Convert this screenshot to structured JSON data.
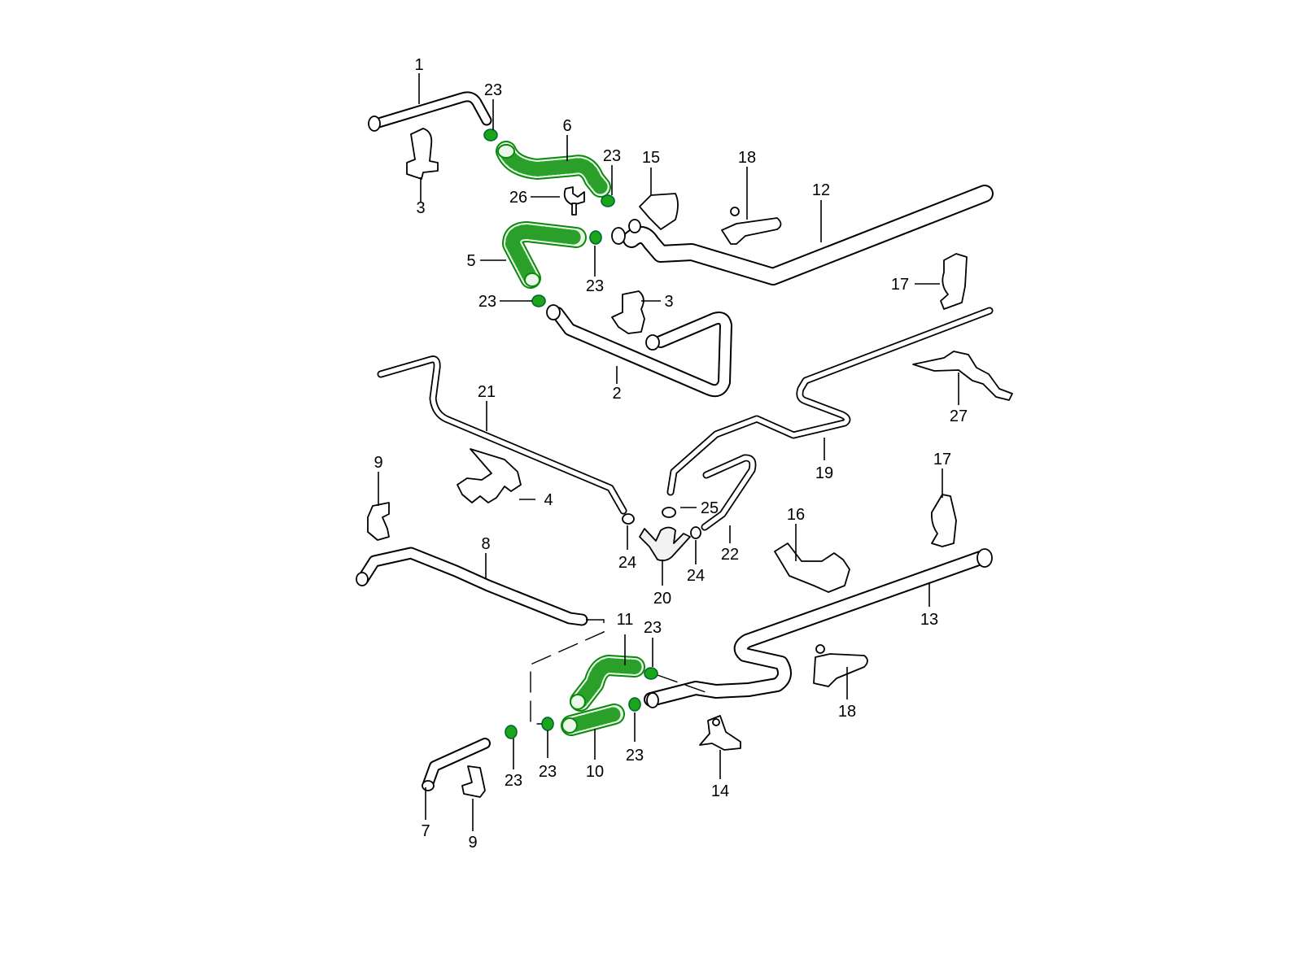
{
  "diagram": {
    "title": "Coolant pipes and hoses parts diagram",
    "colors": {
      "line": "#000000",
      "highlight_hose": "#0a8a0a",
      "highlight_fill": "#e8f6e8",
      "clamp": "#1aa51a",
      "background": "#ffffff"
    },
    "callouts": [
      {
        "id": "c1",
        "label": "1",
        "part": "pipe"
      },
      {
        "id": "c2",
        "label": "2",
        "part": "pipe"
      },
      {
        "id": "c3a",
        "label": "3",
        "part": "pipe-clip"
      },
      {
        "id": "c3b",
        "label": "3",
        "part": "pipe-clip"
      },
      {
        "id": "c4",
        "label": "4",
        "part": "double-holder"
      },
      {
        "id": "c5",
        "label": "5",
        "part": "hose (highlighted)"
      },
      {
        "id": "c6",
        "label": "6",
        "part": "hose (highlighted)"
      },
      {
        "id": "c7",
        "label": "7",
        "part": "pipe"
      },
      {
        "id": "c8",
        "label": "8",
        "part": "pipe"
      },
      {
        "id": "c9a",
        "label": "9",
        "part": "clip"
      },
      {
        "id": "c9b",
        "label": "9",
        "part": "clip"
      },
      {
        "id": "c10",
        "label": "10",
        "part": "hose (highlighted)"
      },
      {
        "id": "c11",
        "label": "11",
        "part": "hose (highlighted)"
      },
      {
        "id": "c12",
        "label": "12",
        "part": "pipe"
      },
      {
        "id": "c13",
        "label": "13",
        "part": "pipe"
      },
      {
        "id": "c14",
        "label": "14",
        "part": "bracket"
      },
      {
        "id": "c15",
        "label": "15",
        "part": "clip"
      },
      {
        "id": "c16",
        "label": "16",
        "part": "double-holder"
      },
      {
        "id": "c17a",
        "label": "17",
        "part": "clip"
      },
      {
        "id": "c17b",
        "label": "17",
        "part": "clip"
      },
      {
        "id": "c18a",
        "label": "18",
        "part": "bracket"
      },
      {
        "id": "c18b",
        "label": "18",
        "part": "bracket"
      },
      {
        "id": "c19",
        "label": "19",
        "part": "pipe"
      },
      {
        "id": "c20",
        "label": "20",
        "part": "connector"
      },
      {
        "id": "c21",
        "label": "21",
        "part": "pipe"
      },
      {
        "id": "c22",
        "label": "22",
        "part": "pipe"
      },
      {
        "id": "c23a",
        "label": "23",
        "part": "hose clamp (highlighted)"
      },
      {
        "id": "c23b",
        "label": "23",
        "part": "hose clamp (highlighted)"
      },
      {
        "id": "c23c",
        "label": "23",
        "part": "hose clamp (highlighted)"
      },
      {
        "id": "c23d",
        "label": "23",
        "part": "hose clamp (highlighted)"
      },
      {
        "id": "c23e",
        "label": "23",
        "part": "hose clamp (highlighted)"
      },
      {
        "id": "c23f",
        "label": "23",
        "part": "hose clamp (highlighted)"
      },
      {
        "id": "c23g",
        "label": "23",
        "part": "hose clamp (highlighted)"
      },
      {
        "id": "c23h",
        "label": "23",
        "part": "hose clamp (highlighted)"
      },
      {
        "id": "c24a",
        "label": "24",
        "part": "hose clamp"
      },
      {
        "id": "c24b",
        "label": "24",
        "part": "hose clamp"
      },
      {
        "id": "c25",
        "label": "25",
        "part": "hose clamp"
      },
      {
        "id": "c26",
        "label": "26",
        "part": "clip"
      },
      {
        "id": "c27",
        "label": "27",
        "part": "bracket"
      }
    ]
  }
}
